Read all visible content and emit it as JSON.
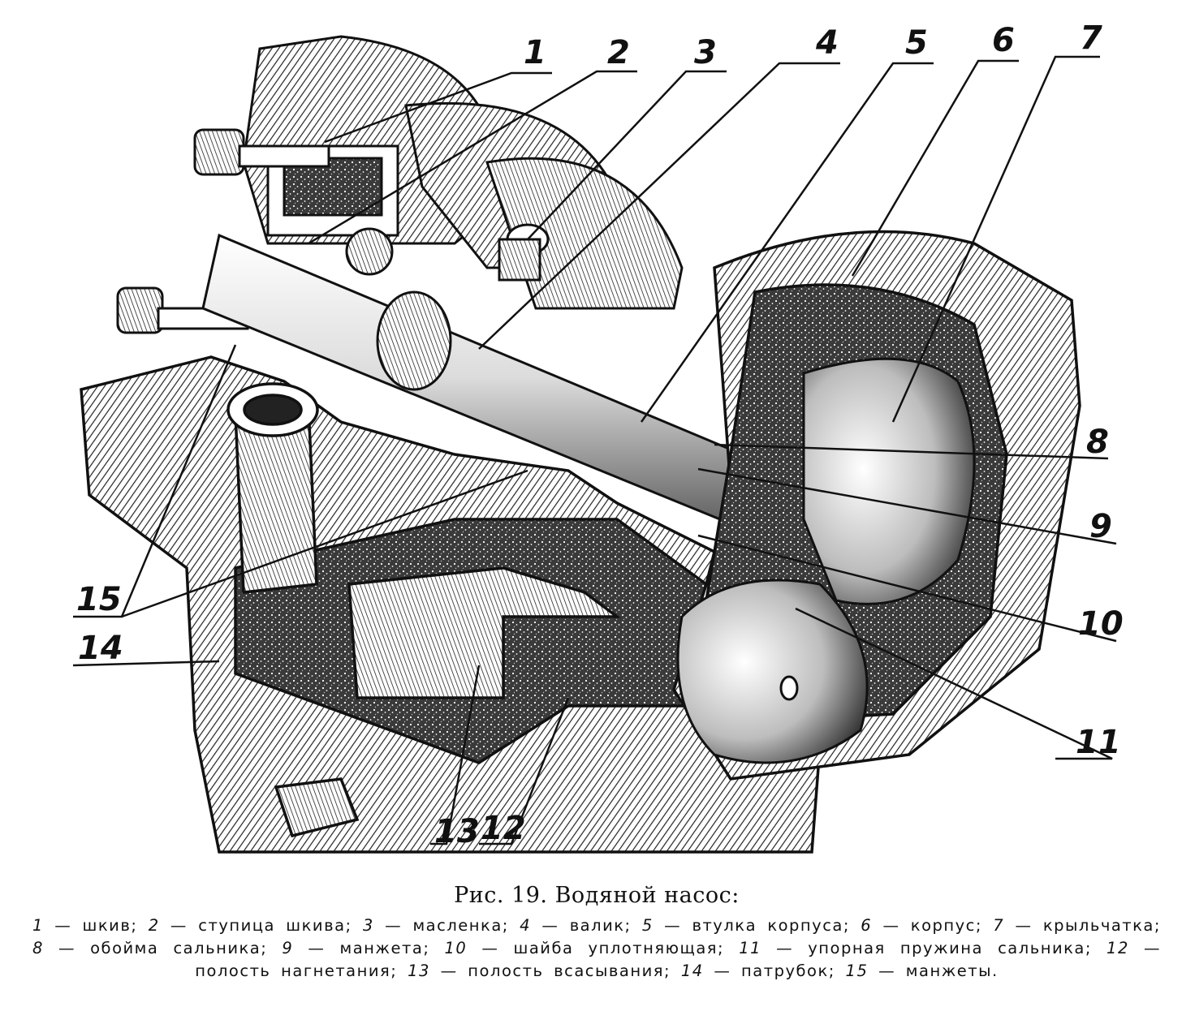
{
  "figure": {
    "caption_title": "Рис. 19. Водяной насос:",
    "callouts": [
      "1",
      "2",
      "3",
      "4",
      "5",
      "6",
      "7",
      "8",
      "9",
      "10",
      "11",
      "12",
      "13",
      "14",
      "15"
    ],
    "legend": [
      {
        "num": "1",
        "text": "шкив"
      },
      {
        "num": "2",
        "text": "ступица шкива"
      },
      {
        "num": "3",
        "text": "масленка"
      },
      {
        "num": "4",
        "text": "валик"
      },
      {
        "num": "5",
        "text": "втулка корпуса"
      },
      {
        "num": "6",
        "text": "корпус"
      },
      {
        "num": "7",
        "text": "крыльчатка"
      },
      {
        "num": "8",
        "text": "обойма сальника"
      },
      {
        "num": "9",
        "text": "манжета"
      },
      {
        "num": "10",
        "text": "шайба уплотняющая"
      },
      {
        "num": "11",
        "text": "упорная пружина сальника"
      },
      {
        "num": "12",
        "text": "полость нагнетания"
      },
      {
        "num": "13",
        "text": "полость всасывания"
      },
      {
        "num": "14",
        "text": "патрубок"
      },
      {
        "num": "15",
        "text": "манжеты"
      }
    ]
  },
  "colors": {
    "ink": "#111111",
    "paper": "#ffffff",
    "shade": "#3a3a3a"
  }
}
